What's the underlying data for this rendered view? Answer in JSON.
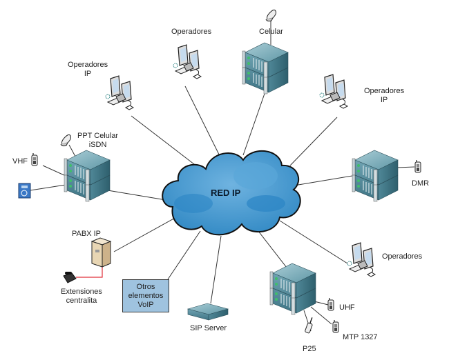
{
  "cloud": {
    "label": "RED IP",
    "color": "#3a8fc9"
  },
  "nodes": {
    "operadores_top": {
      "label": "Operadores"
    },
    "celular": {
      "label": "Celular"
    },
    "operadores_ip_left": {
      "line1": "Operadores",
      "line2": "IP"
    },
    "operadores_ip_right": {
      "line1": "Operadores",
      "line2": "IP"
    },
    "ppt_celular": {
      "line1": "PPT Celular",
      "line2": "iSDN"
    },
    "vhf": {
      "label": "VHF"
    },
    "dmr": {
      "label": "DMR"
    },
    "pabx": {
      "label": "PABX IP"
    },
    "extensiones": {
      "line1": "Extensiones",
      "line2": "centralita"
    },
    "otros_voip": {
      "line1": "Otros",
      "line2": "elementos",
      "line3": "VoIP"
    },
    "sip_server": {
      "label": "SIP Server"
    },
    "operadores_bottom": {
      "label": "Operadores"
    },
    "uhf": {
      "label": "UHF"
    },
    "mtp": {
      "label": "MTP 1327"
    },
    "p25": {
      "label": "P25"
    }
  },
  "colors": {
    "link": "#333333",
    "pabx_link": "#e0303a",
    "server": "#4f8a9c",
    "voip_box": "#9fc3df"
  }
}
